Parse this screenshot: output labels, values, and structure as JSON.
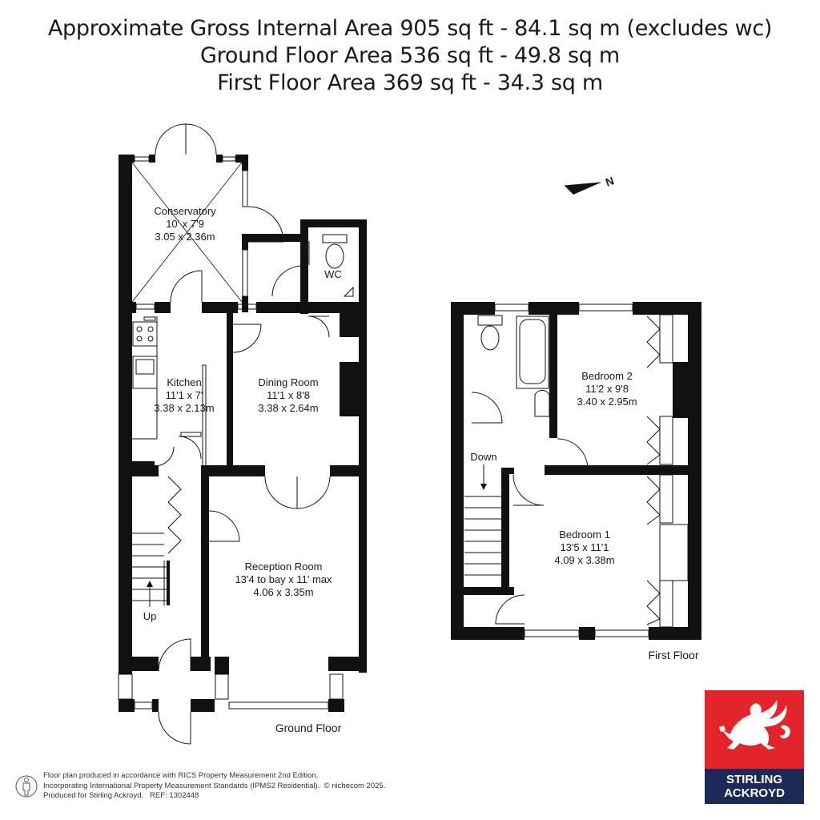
{
  "header": {
    "line1": "Approximate Gross Internal Area 905 sq ft - 84.1 sq m (excludes wc)",
    "line2": "Ground Floor Area 536 sq ft - 49.8 sq m",
    "line3": "First Floor Area 369 sq ft - 34.3 sq m"
  },
  "compass": {
    "label": "N"
  },
  "ground_floor": {
    "label": "Ground Floor",
    "rooms": {
      "conservatory": {
        "name": "Conservatory",
        "imperial": "10' x 7'9",
        "metric": "3.05 x 2.36m"
      },
      "wc": {
        "name": "WC"
      },
      "kitchen": {
        "name": "Kitchen",
        "imperial": "11'1 x 7'",
        "metric": "3.38 x 2.13m"
      },
      "dining": {
        "name": "Dining Room",
        "imperial": "11'1 x 8'8",
        "metric": "3.38 x 2.64m"
      },
      "reception": {
        "name": "Reception Room",
        "imperial": "13'4 to bay x 11' max",
        "metric": "4.06 x 3.35m"
      }
    },
    "stairs_label": "Up"
  },
  "first_floor": {
    "label": "First Floor",
    "rooms": {
      "bedroom2": {
        "name": "Bedroom 2",
        "imperial": "11'2 x 9'8",
        "metric": "3.40 x 2.95m"
      },
      "bedroom1": {
        "name": "Bedroom 1",
        "imperial": "13'5 x 11'1",
        "metric": "4.09 x 3.38m"
      }
    },
    "stairs_label": "Down"
  },
  "footer": {
    "line1": "Floor plan produced in accordance with RICS Property Measurement 2nd Edition,",
    "line2": "Incorporating International Property Measurement Standards (IPMS2 Residential).",
    "copyright": "© nichecom 2025.",
    "line3": "Produced for Stirling Ackroyd.",
    "ref": "REF: 1302448"
  },
  "logo": {
    "line1": "STIRLING",
    "line2": "ACKROYD",
    "red": "#e3242b",
    "navy": "#1d2a57"
  }
}
